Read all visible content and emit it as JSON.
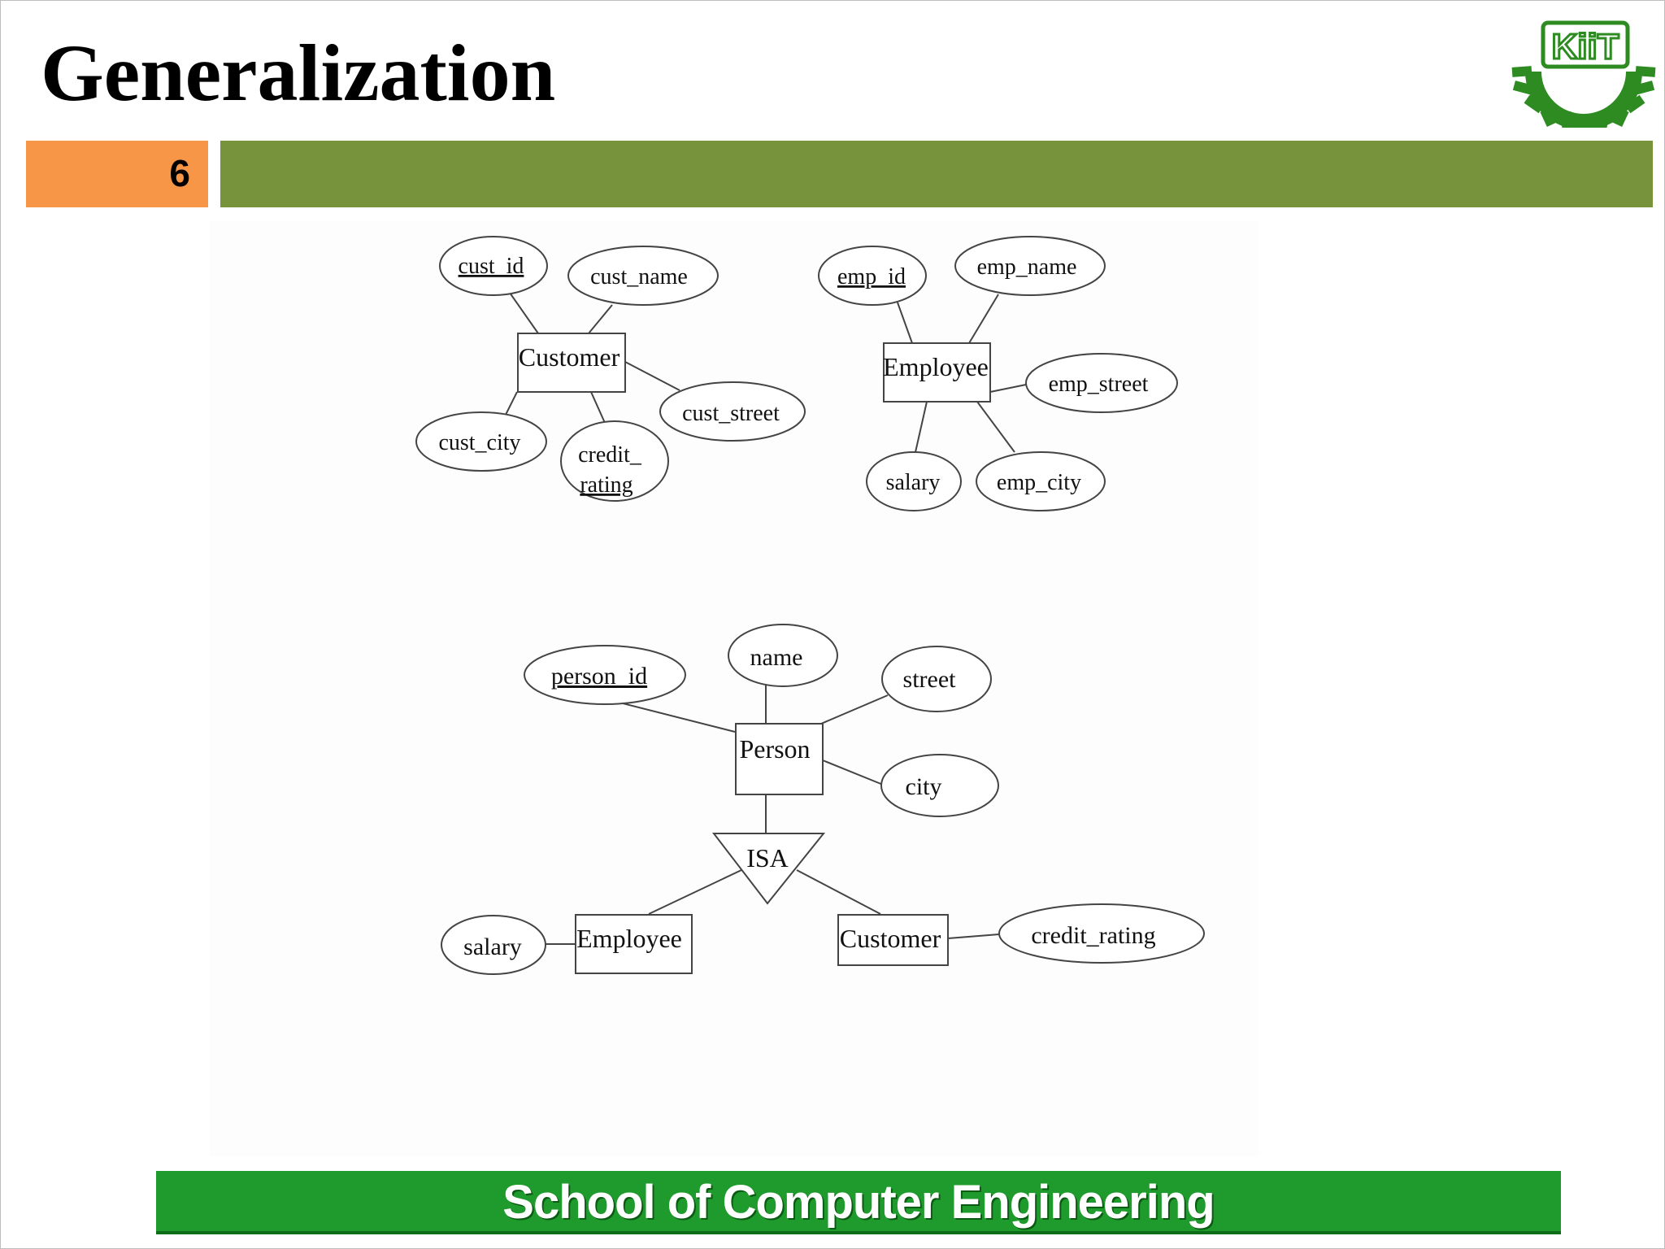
{
  "slide": {
    "title": "Generalization",
    "number": "6",
    "footer": "School of Computer Engineering"
  },
  "logo": {
    "text": "KiiT",
    "color": "#2e8b22"
  },
  "colors": {
    "orange_bar": "#f79646",
    "green_bar": "#77933c",
    "footer_bar": "#1f9a2c"
  },
  "diagram": {
    "customer": {
      "entity": "Customer",
      "key": "cust_id",
      "attributes": [
        "cust_name",
        "cust_street",
        "cust_city"
      ],
      "credit": [
        "credit_",
        "rating"
      ]
    },
    "employee": {
      "entity": "Employee",
      "key": "emp_id",
      "attributes": [
        "emp_name",
        "emp_street",
        "salary",
        "emp_city"
      ]
    },
    "generalized": {
      "entity": "Person",
      "key": "person_id",
      "attributes": [
        "name",
        "street",
        "city"
      ],
      "isa": "ISA",
      "subclasses": [
        {
          "entity": "Employee",
          "attribute": "salary"
        },
        {
          "entity": "Customer",
          "attribute": "credit_rating"
        }
      ]
    }
  }
}
